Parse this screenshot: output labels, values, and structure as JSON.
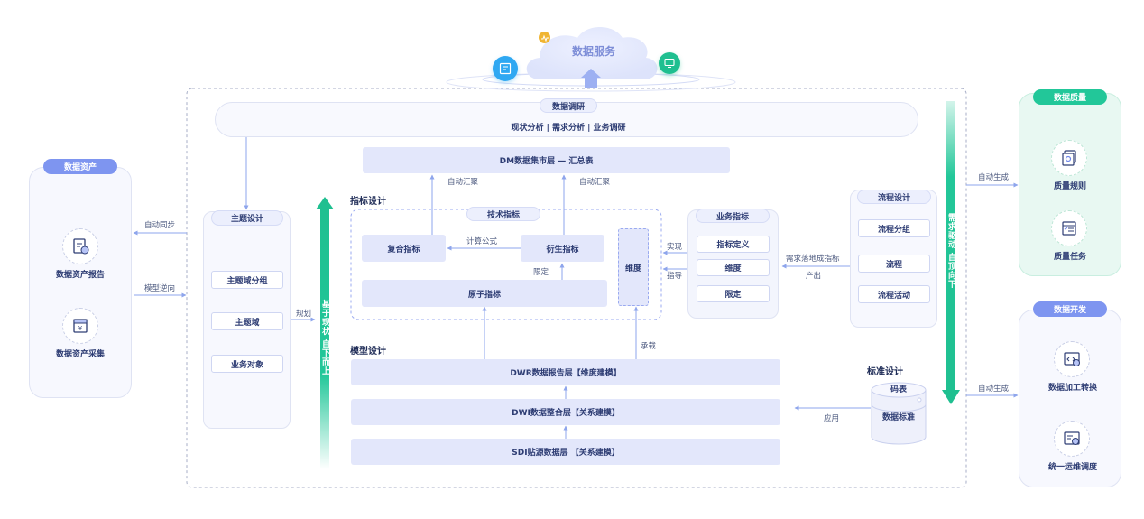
{
  "cloud": {
    "title": "数据服务"
  },
  "research": {
    "title": "数据调研",
    "subtitle": "现状分析 | 需求分析 | 业务调研"
  },
  "dm_layer": "DM数据集市层 — 汇总表",
  "labels": {
    "auto_gather_left": "自动汇聚",
    "auto_gather_right": "自动汇聚",
    "auto_sync": "自动同步",
    "model_reverse": "模型逆向",
    "plan": "规划",
    "calc_formula": "计算公式",
    "limit": "限定",
    "implement": "实现",
    "guide": "指导",
    "demand_landing": "需求落地成指标",
    "output": "产出",
    "carry": "承载",
    "apply": "应用",
    "auto_gen_top": "自动生成",
    "auto_gen_bottom": "自动生成"
  },
  "asset": {
    "title": "数据资产",
    "items": [
      {
        "label": "数据资产报告",
        "icon": "report-icon"
      },
      {
        "label": "数据资产采集",
        "icon": "collect-icon"
      }
    ]
  },
  "subject": {
    "title": "主题设计",
    "items": [
      "主题域分组",
      "主题域",
      "业务对象"
    ]
  },
  "bottom_up": "基于现状 自下而上",
  "top_down": "需求驱动 自顶向下",
  "metric": {
    "title": "指标设计",
    "tech_title": "技术指标",
    "composite": "复合指标",
    "derived": "衍生指标",
    "atomic": "原子指标",
    "dimension": "维度",
    "biz": {
      "title": "业务指标",
      "items": [
        "指标定义",
        "维度",
        "限定"
      ]
    }
  },
  "process": {
    "title": "流程设计",
    "items": [
      "流程分组",
      "流程",
      "流程活动"
    ]
  },
  "model": {
    "title": "模型设计",
    "layers": [
      "DWR数据报告层【维度建模】",
      "DWI数据整合层【关系建模】",
      "SDI贴源数据层 【关系建模】"
    ]
  },
  "standard": {
    "title": "标准设计",
    "code": "码表",
    "std": "数据标准"
  },
  "quality": {
    "title": "数据质量",
    "items": [
      {
        "label": "质量规则",
        "icon": "rule-icon"
      },
      {
        "label": "质量任务",
        "icon": "task-icon"
      }
    ]
  },
  "dev": {
    "title": "数据开发",
    "items": [
      {
        "label": "数据加工转换",
        "icon": "code-icon"
      },
      {
        "label": "统一运维调度",
        "icon": "schedule-icon"
      }
    ]
  },
  "colors": {
    "blue": "#7e95f0",
    "green": "#22c799",
    "line": "#8ea5ec"
  }
}
